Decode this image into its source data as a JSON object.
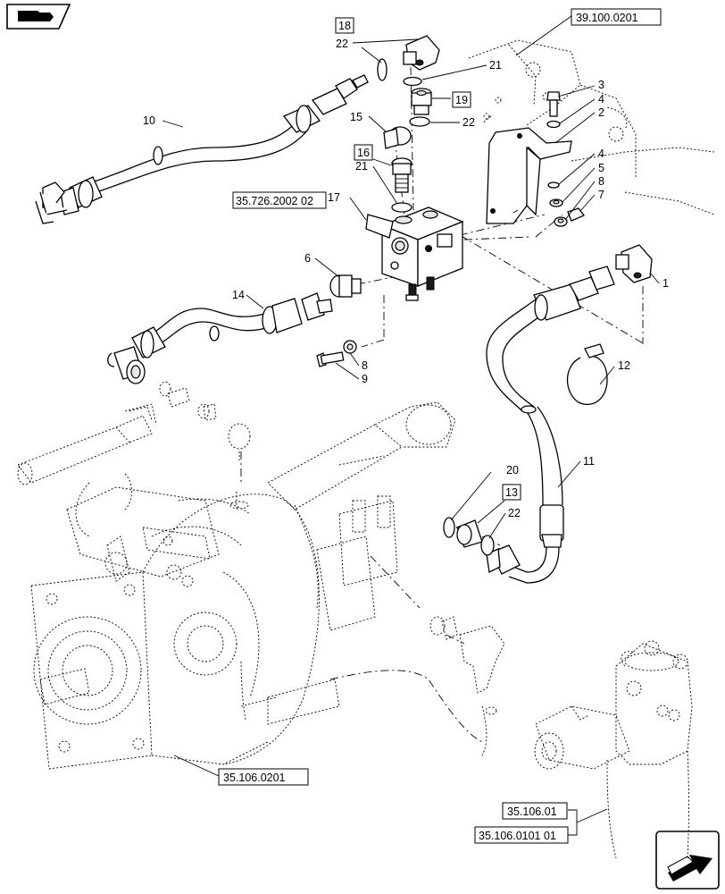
{
  "callouts": {
    "c1": "1",
    "c2": "2",
    "c3": "3",
    "c4a": "4",
    "c4b": "4",
    "c5": "5",
    "c6": "6",
    "c7": "7",
    "c8a": "8",
    "c8b": "8",
    "c9": "9",
    "c10": "10",
    "c11": "11",
    "c12": "12",
    "c13": "13",
    "c14": "14",
    "c15": "15",
    "c16": "16",
    "c17": "17",
    "c18": "18",
    "c19": "19",
    "c20": "20",
    "c21a": "21",
    "c21b": "21",
    "c22a": "22",
    "c22b": "22",
    "c22c": "22"
  },
  "refs": {
    "r1": "39.100.0201",
    "r2": "35.726.2002 02",
    "r3": "35.106.0201",
    "r4": "35.106.01",
    "r5": "35.106.0101 01"
  },
  "icons": {
    "top_left": "book-arrow-icon",
    "bottom_right": "next-page-arrow-icon"
  }
}
